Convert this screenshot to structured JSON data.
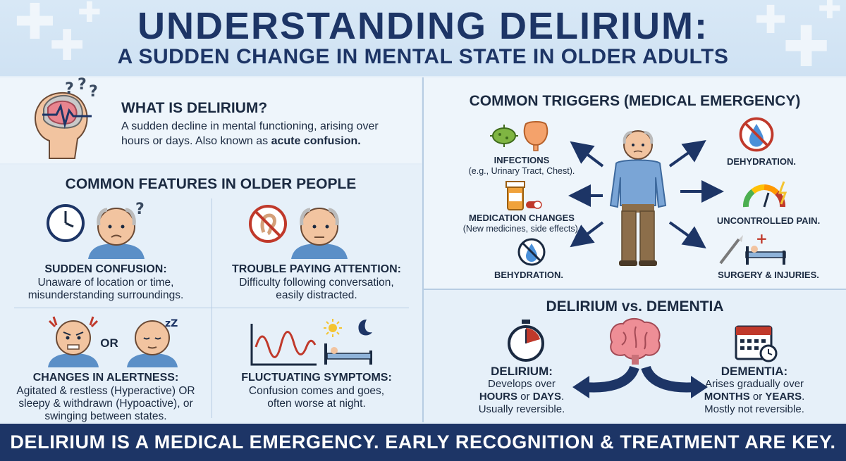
{
  "header": {
    "title": "UNDERSTANDING DELIRIUM:",
    "subtitle": "A SUDDEN CHANGE IN MENTAL STATE IN OLDER ADULTS"
  },
  "what_is": {
    "heading": "WHAT IS DELIRIUM?",
    "line1": "A sudden decline in mental functioning, arising over",
    "line2_prefix": "hours or days. Also known as ",
    "line2_bold": "acute confusion."
  },
  "features": {
    "heading": "COMMON FEATURES IN OLDER PEOPLE",
    "sudden_confusion": {
      "title": "SUDDEN CONFUSION:",
      "line1": "Unaware of location or time,",
      "line2": "misunderstanding surroundings."
    },
    "trouble_attention": {
      "title": "TROUBLE PAYING ATTENTION:",
      "line1": "Difficulty following conversation,",
      "line2": "easily distracted."
    },
    "alertness": {
      "or_label": "OR",
      "title": "CHANGES IN ALERTNESS:",
      "line1": "Agitated & restless (Hyperactive) OR",
      "line2": "sleepy & withdrawn (Hypoactive), or",
      "line3": "swinging between states."
    },
    "fluctuating": {
      "title": "FLUCTUATING SYMPTOMS:",
      "line1": "Confusion comes and goes,",
      "line2": "often worse at night."
    }
  },
  "triggers": {
    "heading": "COMMON TRIGGERS (MEDICAL EMERGENCY)",
    "infections": {
      "title": "INFECTIONS",
      "sub": "(e.g., Urinary Tract, Chest)."
    },
    "medication": {
      "title": "MEDICATION CHANGES",
      "sub": "(New medicines, side effects)."
    },
    "behydration": {
      "title": "BEHYDRATION."
    },
    "dehydration": {
      "title": "DEHYDRATION."
    },
    "pain": {
      "title": "UNCONTROLLED PAIN."
    },
    "surgery": {
      "title": "SURGERY & INJURIES."
    }
  },
  "comparison": {
    "heading": "DELIRIUM vs. DEMENTIA",
    "delirium": {
      "title": "DELIRIUM:",
      "line1": "Develops over",
      "line2_a": "HOURS",
      "line2_b": " or ",
      "line2_c": "DAYS",
      "line2_d": ".",
      "line3": "Usually reversible."
    },
    "dementia": {
      "title": "DEMENTIA:",
      "line1": "Arises gradually over",
      "line2_a": "MONTHS",
      "line2_b": " or ",
      "line2_c": "YEARS",
      "line2_d": ".",
      "line3": "Mostly not reversible."
    }
  },
  "footer": {
    "text": "DELIRIUM IS A MEDICAL EMERGENCY. EARLY RECOGNITION & TREATMENT ARE KEY."
  },
  "colors": {
    "navy": "#1d3566",
    "accent_red": "#c0392b",
    "skin": "#f2c4a0",
    "shirt": "#5b8fc7"
  }
}
